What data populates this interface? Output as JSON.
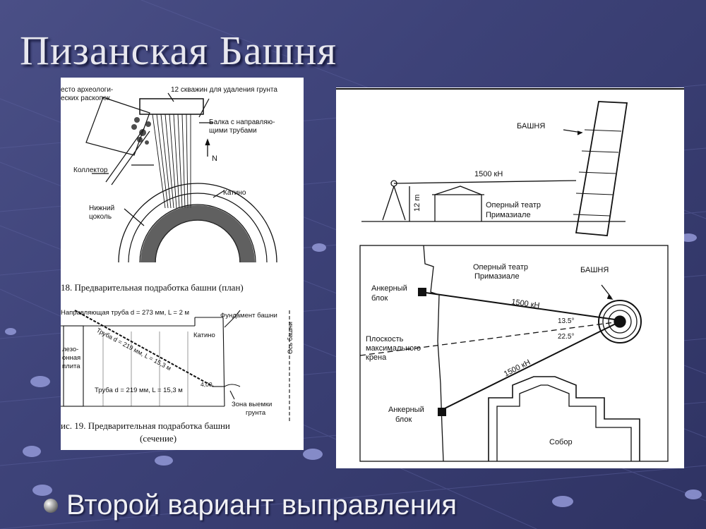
{
  "slide": {
    "title": "Пизанская Башня",
    "bullet": "Второй вариант выправления"
  },
  "colors": {
    "background": "#3d4278",
    "title": "#e8e8ef",
    "panel": "#ffffff"
  },
  "figure_plan": {
    "label_excavation_1": "есто археологи-",
    "label_excavation_2": "еских раскопок",
    "label_wells": "12 скважин для удаления грунта",
    "label_beam_1": "Балка с направляю-",
    "label_beam_2": "щими трубами",
    "label_north": "N",
    "label_collector": "Коллектор",
    "label_catino": "Катино",
    "label_plinth_1": "Нижний",
    "label_plinth_2": "цоколь",
    "caption": "18. Предварительная подработка башни (план)"
  },
  "figure_section": {
    "label_guide_pipe": "Направляющая труба d = 273 мм, L = 2 м",
    "label_foundation": "Фундамент башни",
    "label_catino": "Катино",
    "label_axis": "Ось башни",
    "label_slab_1": "лезо-",
    "label_slab_2": "онная",
    "label_slab_3": "плита",
    "label_pipe_diag": "Труба d = 219 мм, L = 15,3 м",
    "label_pipe": "Труба d = 219 мм, L = 15,3 м",
    "label_depth": "4,00",
    "label_zone_1": "Зона выемки",
    "label_zone_2": "грунта",
    "caption_1": "ис. 19. Предварительная подработка башни",
    "caption_2": "(сечение)"
  },
  "figure_elevation": {
    "label_tower": "БАШНЯ",
    "label_force": "1500 кН",
    "label_height": "12 m",
    "label_theatre_1": "Оперный театр",
    "label_theatre_2": "Примазиале"
  },
  "figure_site_plan": {
    "label_theatre_1": "Оперный театр",
    "label_theatre_2": "Примазиале",
    "label_tower": "БАШНЯ",
    "label_anchor_top_1": "Анкерный",
    "label_anchor_top_2": "блок",
    "label_force_top": "1500 кН",
    "label_angle_1": "13.5°",
    "label_angle_2": "22.5°",
    "label_plane_1": "Плоскость",
    "label_plane_2": "максимального",
    "label_plane_3": "крена",
    "label_force_bottom": "1500 кН",
    "label_anchor_bottom_1": "Анкерный",
    "label_anchor_bottom_2": "блок",
    "label_cathedral": "Собор"
  }
}
